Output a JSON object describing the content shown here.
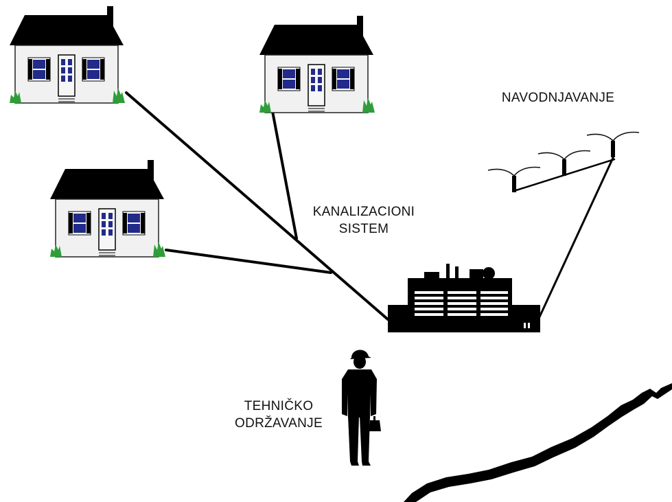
{
  "labels": {
    "sewer_system": [
      "KANALIZACIONI",
      "SISTEM"
    ],
    "irrigation": "NAVODNJAVANJE",
    "maintenance": [
      "TEHNIČKO",
      "ODRŽAVANJE"
    ]
  },
  "colors": {
    "house_wall": "#f1f1f1",
    "roof": "#000000",
    "window": "#222a8a",
    "bush": "#2f9e3a",
    "pipe": "#000000"
  },
  "icons": [
    "house-icon",
    "treatment-plant-icon",
    "sprinkler-icon",
    "worker-icon",
    "river-bank-icon"
  ]
}
